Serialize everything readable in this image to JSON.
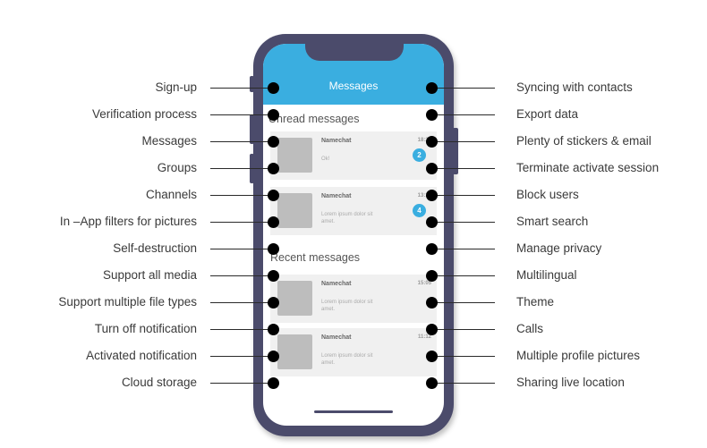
{
  "left_features": [
    "Sign-up",
    "Verification process",
    "Messages",
    "Groups",
    "Channels",
    "In –App filters for pictures",
    "Self-destruction",
    "Support all media",
    "Support multiple file types",
    "Turn off notification",
    "Activated notification",
    "Cloud storage"
  ],
  "right_features": [
    "Syncing with contacts",
    "Export data",
    "Plenty of stickers & email",
    "Terminate activate session",
    "Block users",
    "Smart search",
    "Manage privacy",
    "Multilingual",
    "Theme",
    "Calls",
    "Multiple profile pictures",
    "Sharing live location"
  ],
  "phone": {
    "header_title": "Messages",
    "unread_title": "Unread messages",
    "recent_title": "Recent messages",
    "unread": [
      {
        "name": "Namechat",
        "time": "18:25",
        "message": "Ok!",
        "badge": "2"
      },
      {
        "name": "Namechat",
        "time": "13:12",
        "message": "Lorem ipsum dolor sit amet.",
        "badge": "4"
      }
    ],
    "recent": [
      {
        "name": "Namechat",
        "time": "15:05",
        "message": "Lorem ipsum dolor sit amet."
      },
      {
        "name": "Namechat",
        "time": "11:12",
        "message": "Lorem ipsum dolor sit amet."
      }
    ]
  },
  "colors": {
    "phone_frame": "#4b4b6b",
    "header": "#3aaee0",
    "badge": "#3aaee0",
    "dot": "#000000"
  }
}
